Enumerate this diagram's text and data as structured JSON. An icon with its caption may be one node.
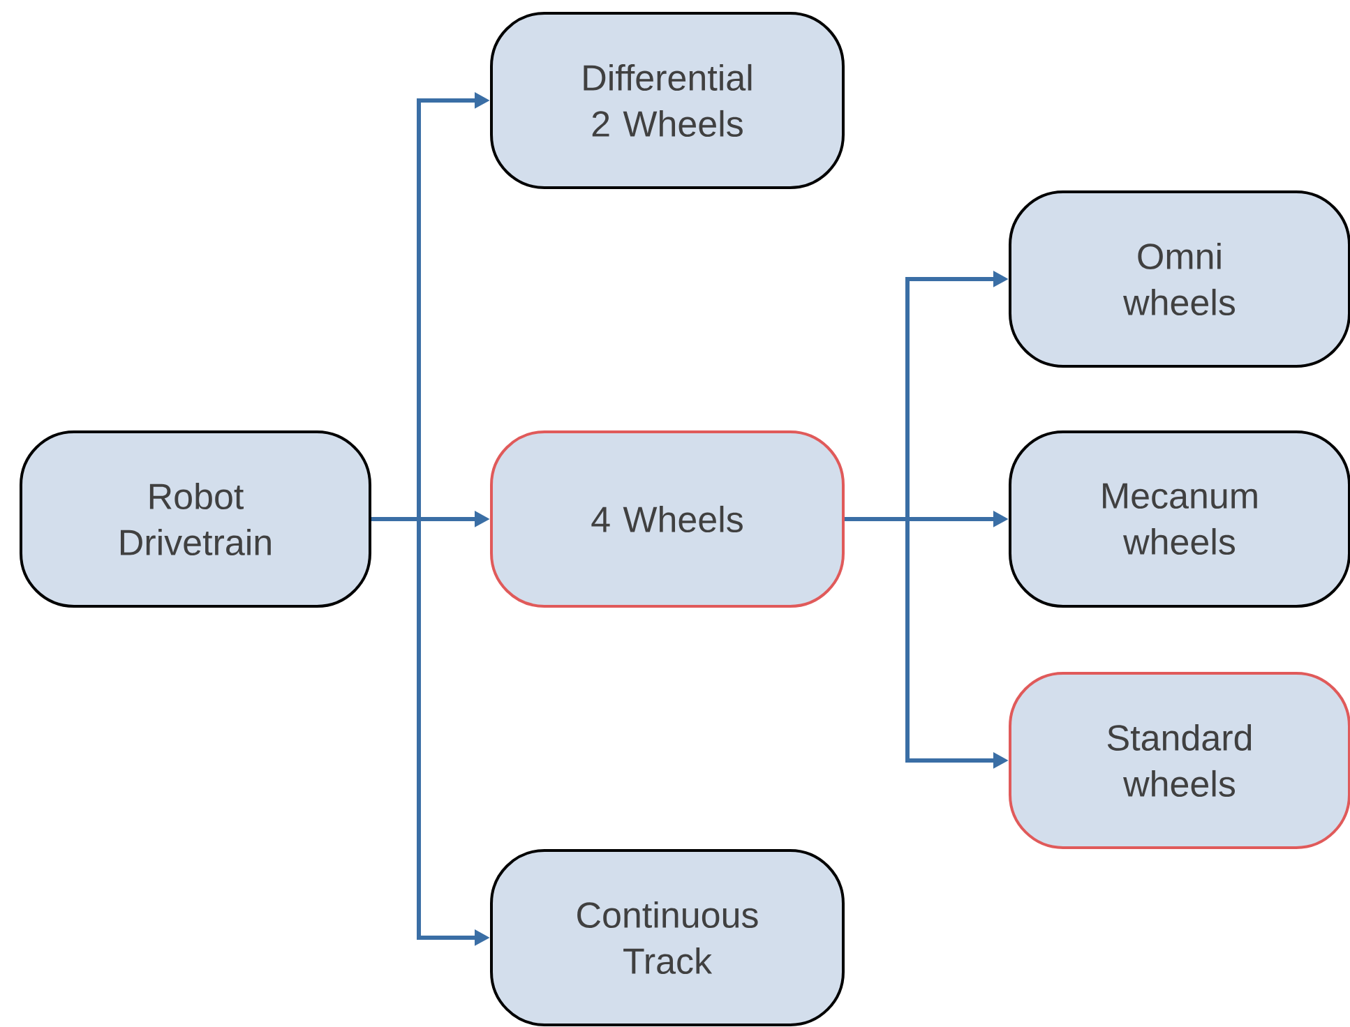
{
  "diagram": {
    "nodes": [
      {
        "text": [
          "Robot Drivetrain"
        ]
      },
      {
        "text": [
          "Differential 2 Wheels"
        ]
      },
      {
        "text": [
          "4 Wheels"
        ]
      },
      {
        "text": [
          "Continuous Track"
        ]
      },
      {
        "text": [
          "Omni wheels"
        ]
      },
      {
        "text": [
          "Mecanum wheels"
        ]
      },
      {
        "text": [
          "Standard wheels"
        ]
      }
    ],
    "edges": [
      {
        "from": 0,
        "to": 1,
        "arrow": "to"
      },
      {
        "from": 0,
        "to": 2,
        "arrow": "to"
      },
      {
        "from": 0,
        "to": 3,
        "arrow": "to"
      },
      {
        "from": 2,
        "to": 4,
        "arrow": "to"
      },
      {
        "from": 2,
        "to": 5,
        "arrow": "to"
      },
      {
        "from": 2,
        "to": 6,
        "arrow": "to"
      }
    ]
  }
}
